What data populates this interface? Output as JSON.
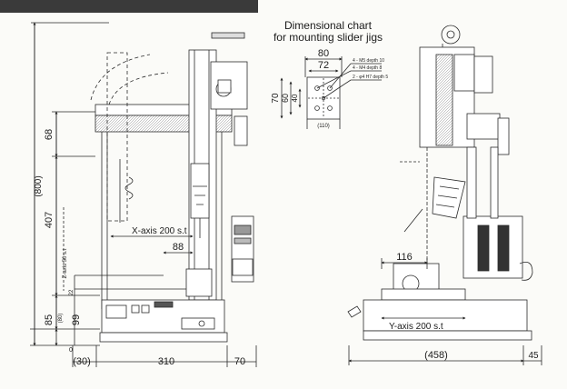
{
  "caption": {
    "line1": "Dimensional chart",
    "line2": "for mounting slider jigs"
  },
  "jig_detail": {
    "width_outer": "80",
    "width_inner": "72",
    "height_outer": "70",
    "height_mid": "60",
    "height_inner": "40",
    "hole_note_1": "4 - M5 depth 10",
    "hole_note_2": "4 - M4 depth 8",
    "hole_note_3": "2 - φ4 H7 depth 5",
    "bottom_note": "(110)"
  },
  "front_view": {
    "height_total": "(800)",
    "height_top": "68",
    "height_mid": "407",
    "height_low": "99",
    "height_base": "85",
    "height_small_left": "(80)",
    "height_small_right": "22",
    "stroke_z": "Z-axis 50 s.t",
    "stroke_x": "X-axis 200 s.t",
    "dim_88": "88",
    "base_left": "(30)",
    "base_width": "310",
    "base_right": "70",
    "bottom_mark": "0"
  },
  "side_view": {
    "dim_116": "116",
    "stroke_y": "Y-axis 200 s.t",
    "base_width": "(458)",
    "base_right": "45"
  }
}
